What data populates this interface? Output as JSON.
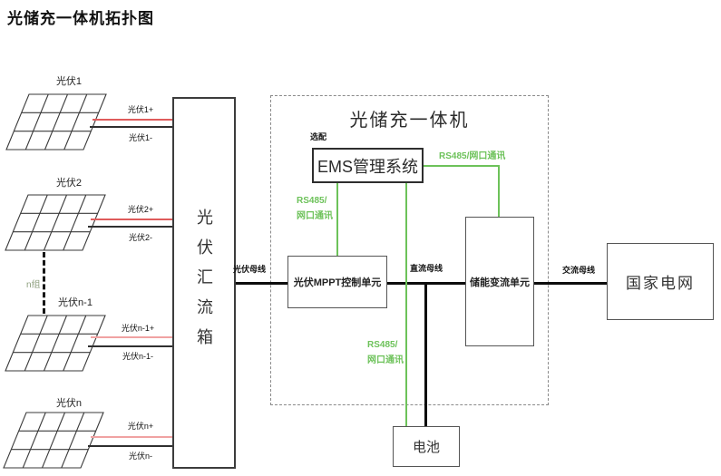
{
  "title": "光储充一体机拓扑图",
  "colors": {
    "wire_red": "#df5b5b",
    "wire_red_light": "#f0a2a2",
    "wire_black": "#2f2f2f",
    "comm_green": "#6dc25a",
    "group_label_green": "#8c9e7c",
    "bus_black": "#0d0d0d"
  },
  "pv_array": {
    "group_label": "n组",
    "panels": [
      {
        "label": "光伏1",
        "plus_label": "光伏1+",
        "minus_label": "光伏1-"
      },
      {
        "label": "光伏2",
        "plus_label": "光伏2+",
        "minus_label": "光伏2-"
      },
      {
        "label": "光伏n-1",
        "plus_label": "光伏n-1+",
        "minus_label": "光伏n-1-"
      },
      {
        "label": "光伏n",
        "plus_label": "光伏n+",
        "minus_label": "光伏n-"
      }
    ]
  },
  "combiner_label": "光伏汇流箱",
  "machine": {
    "title": "光储充一体机",
    "optional_tag": "选配",
    "ems_label": "EMS管理系统",
    "mppt_label": "光伏MPPT控制单元",
    "storage_converter_label": "储能变流单元"
  },
  "buses": {
    "pv": "光伏母线",
    "dc": "直流母线",
    "ac": "交流母线"
  },
  "comm_labels": {
    "inline": "RS485/网口通讯",
    "line1": "RS485/",
    "line2": "网口通讯"
  },
  "grid_label": "国家电网",
  "battery_label": "电池"
}
